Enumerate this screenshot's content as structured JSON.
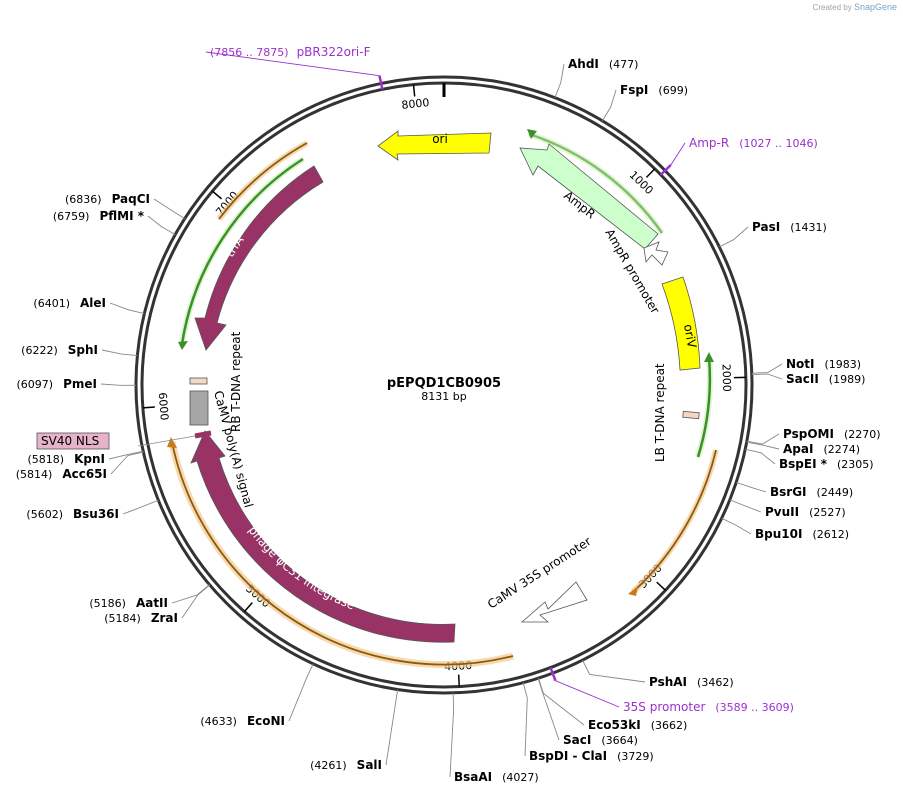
{
  "credit": {
    "prefix": "Created by",
    "brand": "SnapGene"
  },
  "plasmid": {
    "name": "pEPQD1CB0905",
    "length_label": "8131 bp",
    "length": 8131
  },
  "ticks": [
    {
      "pos": 1000,
      "label": "1000"
    },
    {
      "pos": 2000,
      "label": "2000"
    },
    {
      "pos": 3000,
      "label": "3000"
    },
    {
      "pos": 4000,
      "label": "4000"
    },
    {
      "pos": 5000,
      "label": "5000"
    },
    {
      "pos": 6000,
      "label": "6000"
    },
    {
      "pos": 7000,
      "label": "7000"
    },
    {
      "pos": 8000,
      "label": "8000"
    }
  ],
  "sites": [
    {
      "name": "AhdI",
      "pos": "(477)",
      "bp": 477,
      "side": "right"
    },
    {
      "name": "FspI",
      "pos": "(699)",
      "bp": 699,
      "side": "right"
    },
    {
      "name": "PasI",
      "pos": "(1431)",
      "bp": 1431,
      "side": "right"
    },
    {
      "name": "NotI",
      "pos": "(1983)",
      "bp": 1983,
      "side": "right"
    },
    {
      "name": "SacII",
      "pos": "(1989)",
      "bp": 1989,
      "side": "right"
    },
    {
      "name": "PspOMI",
      "pos": "(2270)",
      "bp": 2270,
      "side": "right"
    },
    {
      "name": "ApaI",
      "pos": "(2274)",
      "bp": 2274,
      "side": "right"
    },
    {
      "name": "BspEI *",
      "pos": "(2305)",
      "bp": 2305,
      "side": "right"
    },
    {
      "name": "BsrGI",
      "pos": "(2449)",
      "bp": 2449,
      "side": "right"
    },
    {
      "name": "PvuII",
      "pos": "(2527)",
      "bp": 2527,
      "side": "right"
    },
    {
      "name": "Bpu10I",
      "pos": "(2612)",
      "bp": 2612,
      "side": "right"
    },
    {
      "name": "PshAI",
      "pos": "(3462)",
      "bp": 3462,
      "side": "right"
    },
    {
      "name": "Eco53kI",
      "pos": "(3662)",
      "bp": 3662,
      "side": "right"
    },
    {
      "name": "SacI",
      "pos": "(3664)",
      "bp": 3664,
      "side": "right"
    },
    {
      "name": "BspDI - ClaI",
      "pos": "(3729)",
      "bp": 3729,
      "side": "right"
    },
    {
      "name": "BsaAI",
      "pos": "(4027)",
      "bp": 4027,
      "side": "right"
    },
    {
      "name": "SalI",
      "pos": "(4261)",
      "bp": 4261,
      "side": "left"
    },
    {
      "name": "EcoNI",
      "pos": "(4633)",
      "bp": 4633,
      "side": "left"
    },
    {
      "name": "ZraI",
      "pos": "(5184)",
      "bp": 5184,
      "side": "left"
    },
    {
      "name": "AatII",
      "pos": "(5186)",
      "bp": 5186,
      "side": "left"
    },
    {
      "name": "Bsu36I",
      "pos": "(5602)",
      "bp": 5602,
      "side": "left"
    },
    {
      "name": "Acc65I",
      "pos": "(5814)",
      "bp": 5814,
      "side": "left"
    },
    {
      "name": "KpnI",
      "pos": "(5818)",
      "bp": 5818,
      "side": "left"
    },
    {
      "name": "PmeI",
      "pos": "(6097)",
      "bp": 6097,
      "side": "left"
    },
    {
      "name": "SphI",
      "pos": "(6222)",
      "bp": 6222,
      "side": "left"
    },
    {
      "name": "AleI",
      "pos": "(6401)",
      "bp": 6401,
      "side": "left"
    },
    {
      "name": "PflMI *",
      "pos": "(6759)",
      "bp": 6759,
      "side": "left"
    },
    {
      "name": "PaqCI",
      "pos": "(6836)",
      "bp": 6836,
      "side": "left"
    }
  ],
  "primers": [
    {
      "name": "pBR322ori-F",
      "range": "(7856 .. 7875)",
      "bp": 7865
    },
    {
      "name": "Amp-R",
      "range": "(1027 .. 1046)",
      "bp": 1036
    },
    {
      "name": "35S promoter",
      "range": "(3589 .. 3609)",
      "bp": 3599
    }
  ],
  "features": [
    {
      "name": "ori",
      "label": "ori",
      "color": "#ffff00",
      "type": "arrow"
    },
    {
      "name": "AmpR",
      "label": "AmpR",
      "color": "#ccffcc",
      "type": "arrow"
    },
    {
      "name": "AmpR promoter",
      "label": "AmpR promoter",
      "color": "#ffffff",
      "type": "arrow"
    },
    {
      "name": "oriV",
      "label": "oriV",
      "color": "#ffff00",
      "type": "box"
    },
    {
      "name": "LB T-DNA repeat",
      "label": "LB T-DNA repeat",
      "color": "#f6d7c3",
      "type": "box"
    },
    {
      "name": "CaMV 35S promoter",
      "label": "CaMV 35S promoter",
      "color": "#ffffff",
      "type": "arrow"
    },
    {
      "name": "phage φC31 integrase",
      "label": "phage φC31 integrase",
      "color": "#993366",
      "type": "arrow"
    },
    {
      "name": "CaMV poly(A) signal",
      "label": "CaMV poly(A) signal",
      "color": "#a6a6a6",
      "type": "box"
    },
    {
      "name": "RB T-DNA repeat",
      "label": "RB T-DNA repeat",
      "color": "#f6d7c3",
      "type": "box"
    },
    {
      "name": "trfA",
      "label": "trfA",
      "color": "#993366",
      "type": "arrow"
    },
    {
      "name": "SV40 NLS",
      "label": "SV40 NLS",
      "color": "#e7b3c9",
      "type": "callout"
    }
  ],
  "colors": {
    "backbone": "#333333",
    "site_line": "#888888",
    "primer": "#9b30d0",
    "orf_green": "#3d8f2a",
    "orf_orange": "#c67a1a"
  }
}
